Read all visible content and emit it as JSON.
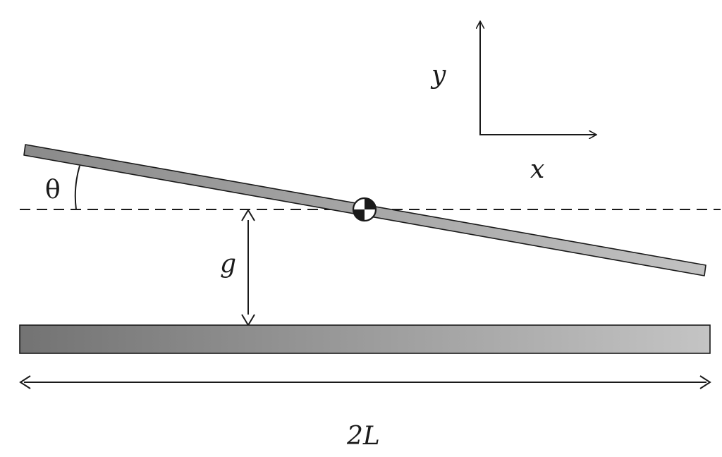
{
  "labels": {
    "theta": "θ",
    "g": "g",
    "x": "x",
    "y": "y",
    "length": "2L"
  },
  "colors": {
    "stroke": "#1a1a1a",
    "plate_dark": "#6b6b6b",
    "plate_light": "#bdbdbd",
    "surface_dark": "#737373",
    "surface_light": "#c4c4c4"
  }
}
